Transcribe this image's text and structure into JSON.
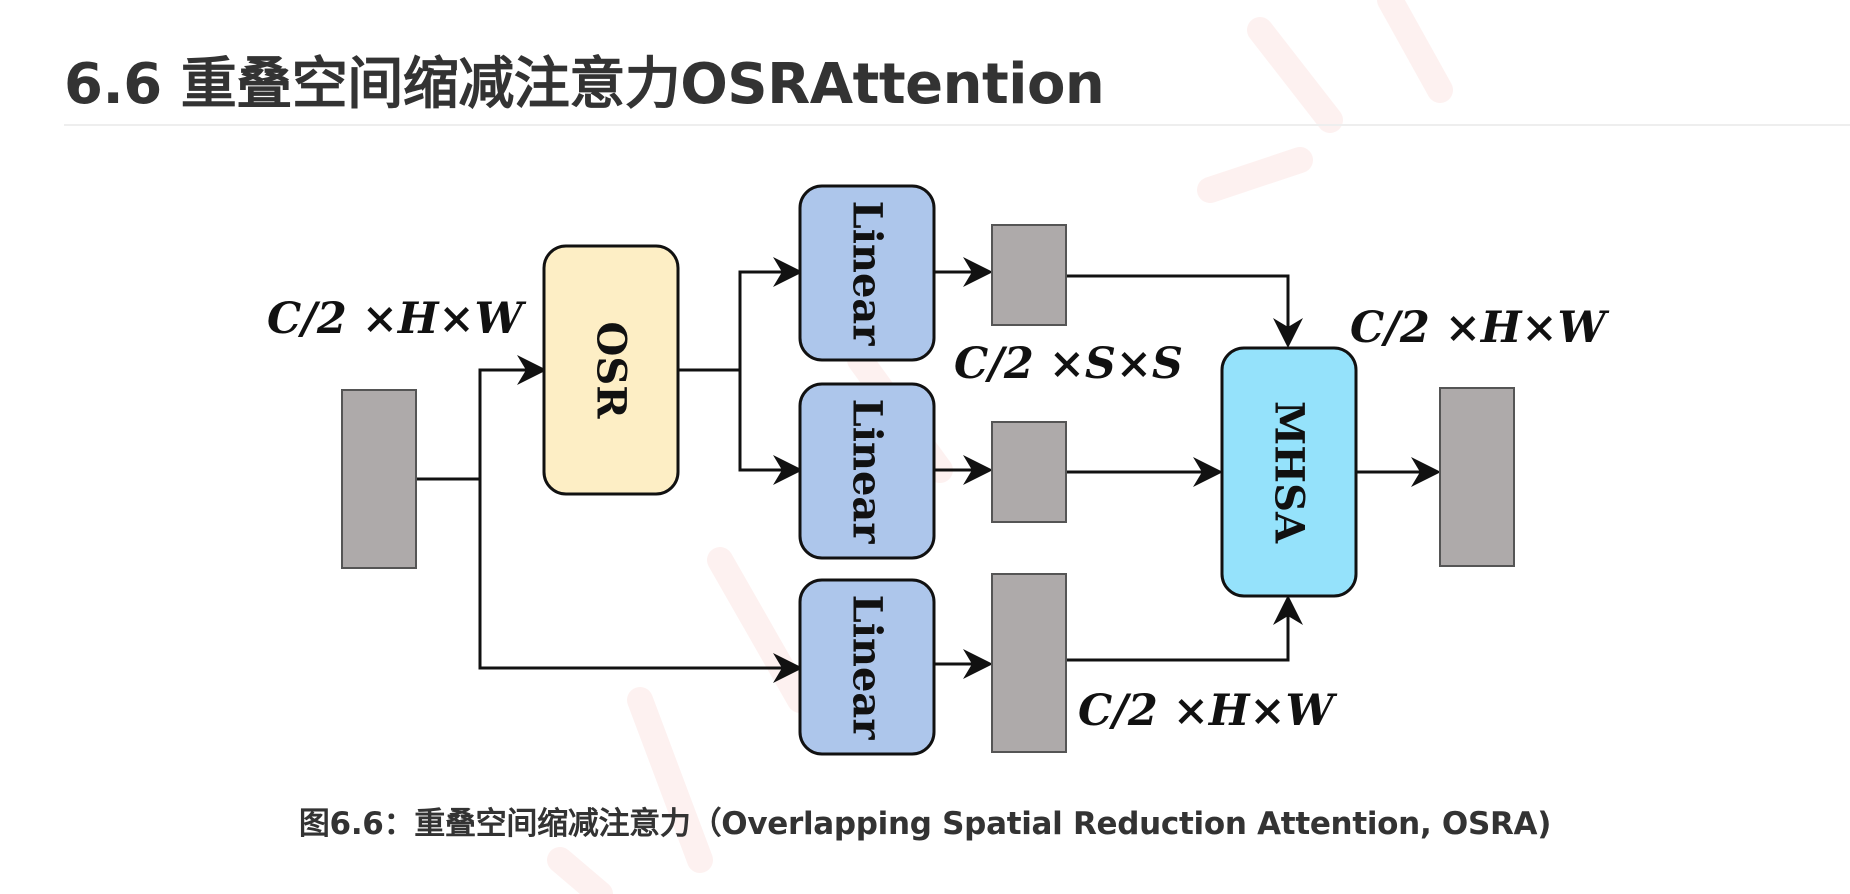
{
  "heading": {
    "title": "6.6 重叠空间缩减注意力OSRAttention"
  },
  "figure": {
    "caption": "图6.6：重叠空间缩减注意力（Overlapping Spatial Reduction Attention, OSRA)",
    "nodes": {
      "osr": "OSR",
      "linear_top": "Linear",
      "linear_mid": "Linear",
      "linear_bottom": "Linear",
      "mhsa": "MHSA"
    },
    "dims": {
      "input": "C/2 ×H×W",
      "reduced": "C/2 ×S×S",
      "value": "C/2 ×H×W",
      "output": "C/2 ×H×W"
    },
    "colors": {
      "osr_fill": "#fdeec5",
      "linear_fill": "#adc6eb",
      "mhsa_fill": "#95e2fb",
      "tensor_fill": "#aeaaaa"
    }
  }
}
